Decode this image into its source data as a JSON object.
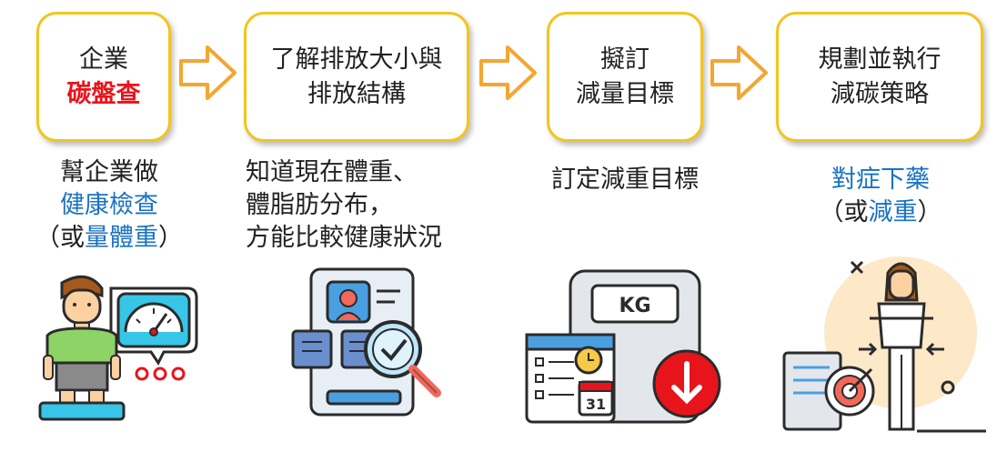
{
  "steps": [
    {
      "line1": "企業",
      "line2": "碳盤查"
    },
    {
      "line1": "了解排放大小與",
      "line2": "排放結構"
    },
    {
      "line1": "擬訂",
      "line2": "減量目標"
    },
    {
      "line1": "規劃並執行",
      "line2": "減碳策略"
    }
  ],
  "descriptions": {
    "d1": {
      "line1": "幫企業做",
      "line2": "健康檢查",
      "line3_open": "（或",
      "line3_blue": "量體重",
      "line3_close": "）"
    },
    "d2": {
      "line1": "知道現在體重、",
      "line2": "體脂肪分布，",
      "line3": "方能比較健康狀況"
    },
    "d3": {
      "line1": "訂定減重目標"
    },
    "d4": {
      "line1": "對症下藥",
      "line2_open": "（或",
      "line2_blue": "減重",
      "line2_close": "）"
    }
  },
  "illustrations": {
    "scale_label": "KG",
    "calendar_date": "31"
  },
  "colors": {
    "box_border": "#f2c51c",
    "arrow": "#f4a532",
    "highlight_red": "#e8141b",
    "highlight_blue": "#1a72c4"
  }
}
